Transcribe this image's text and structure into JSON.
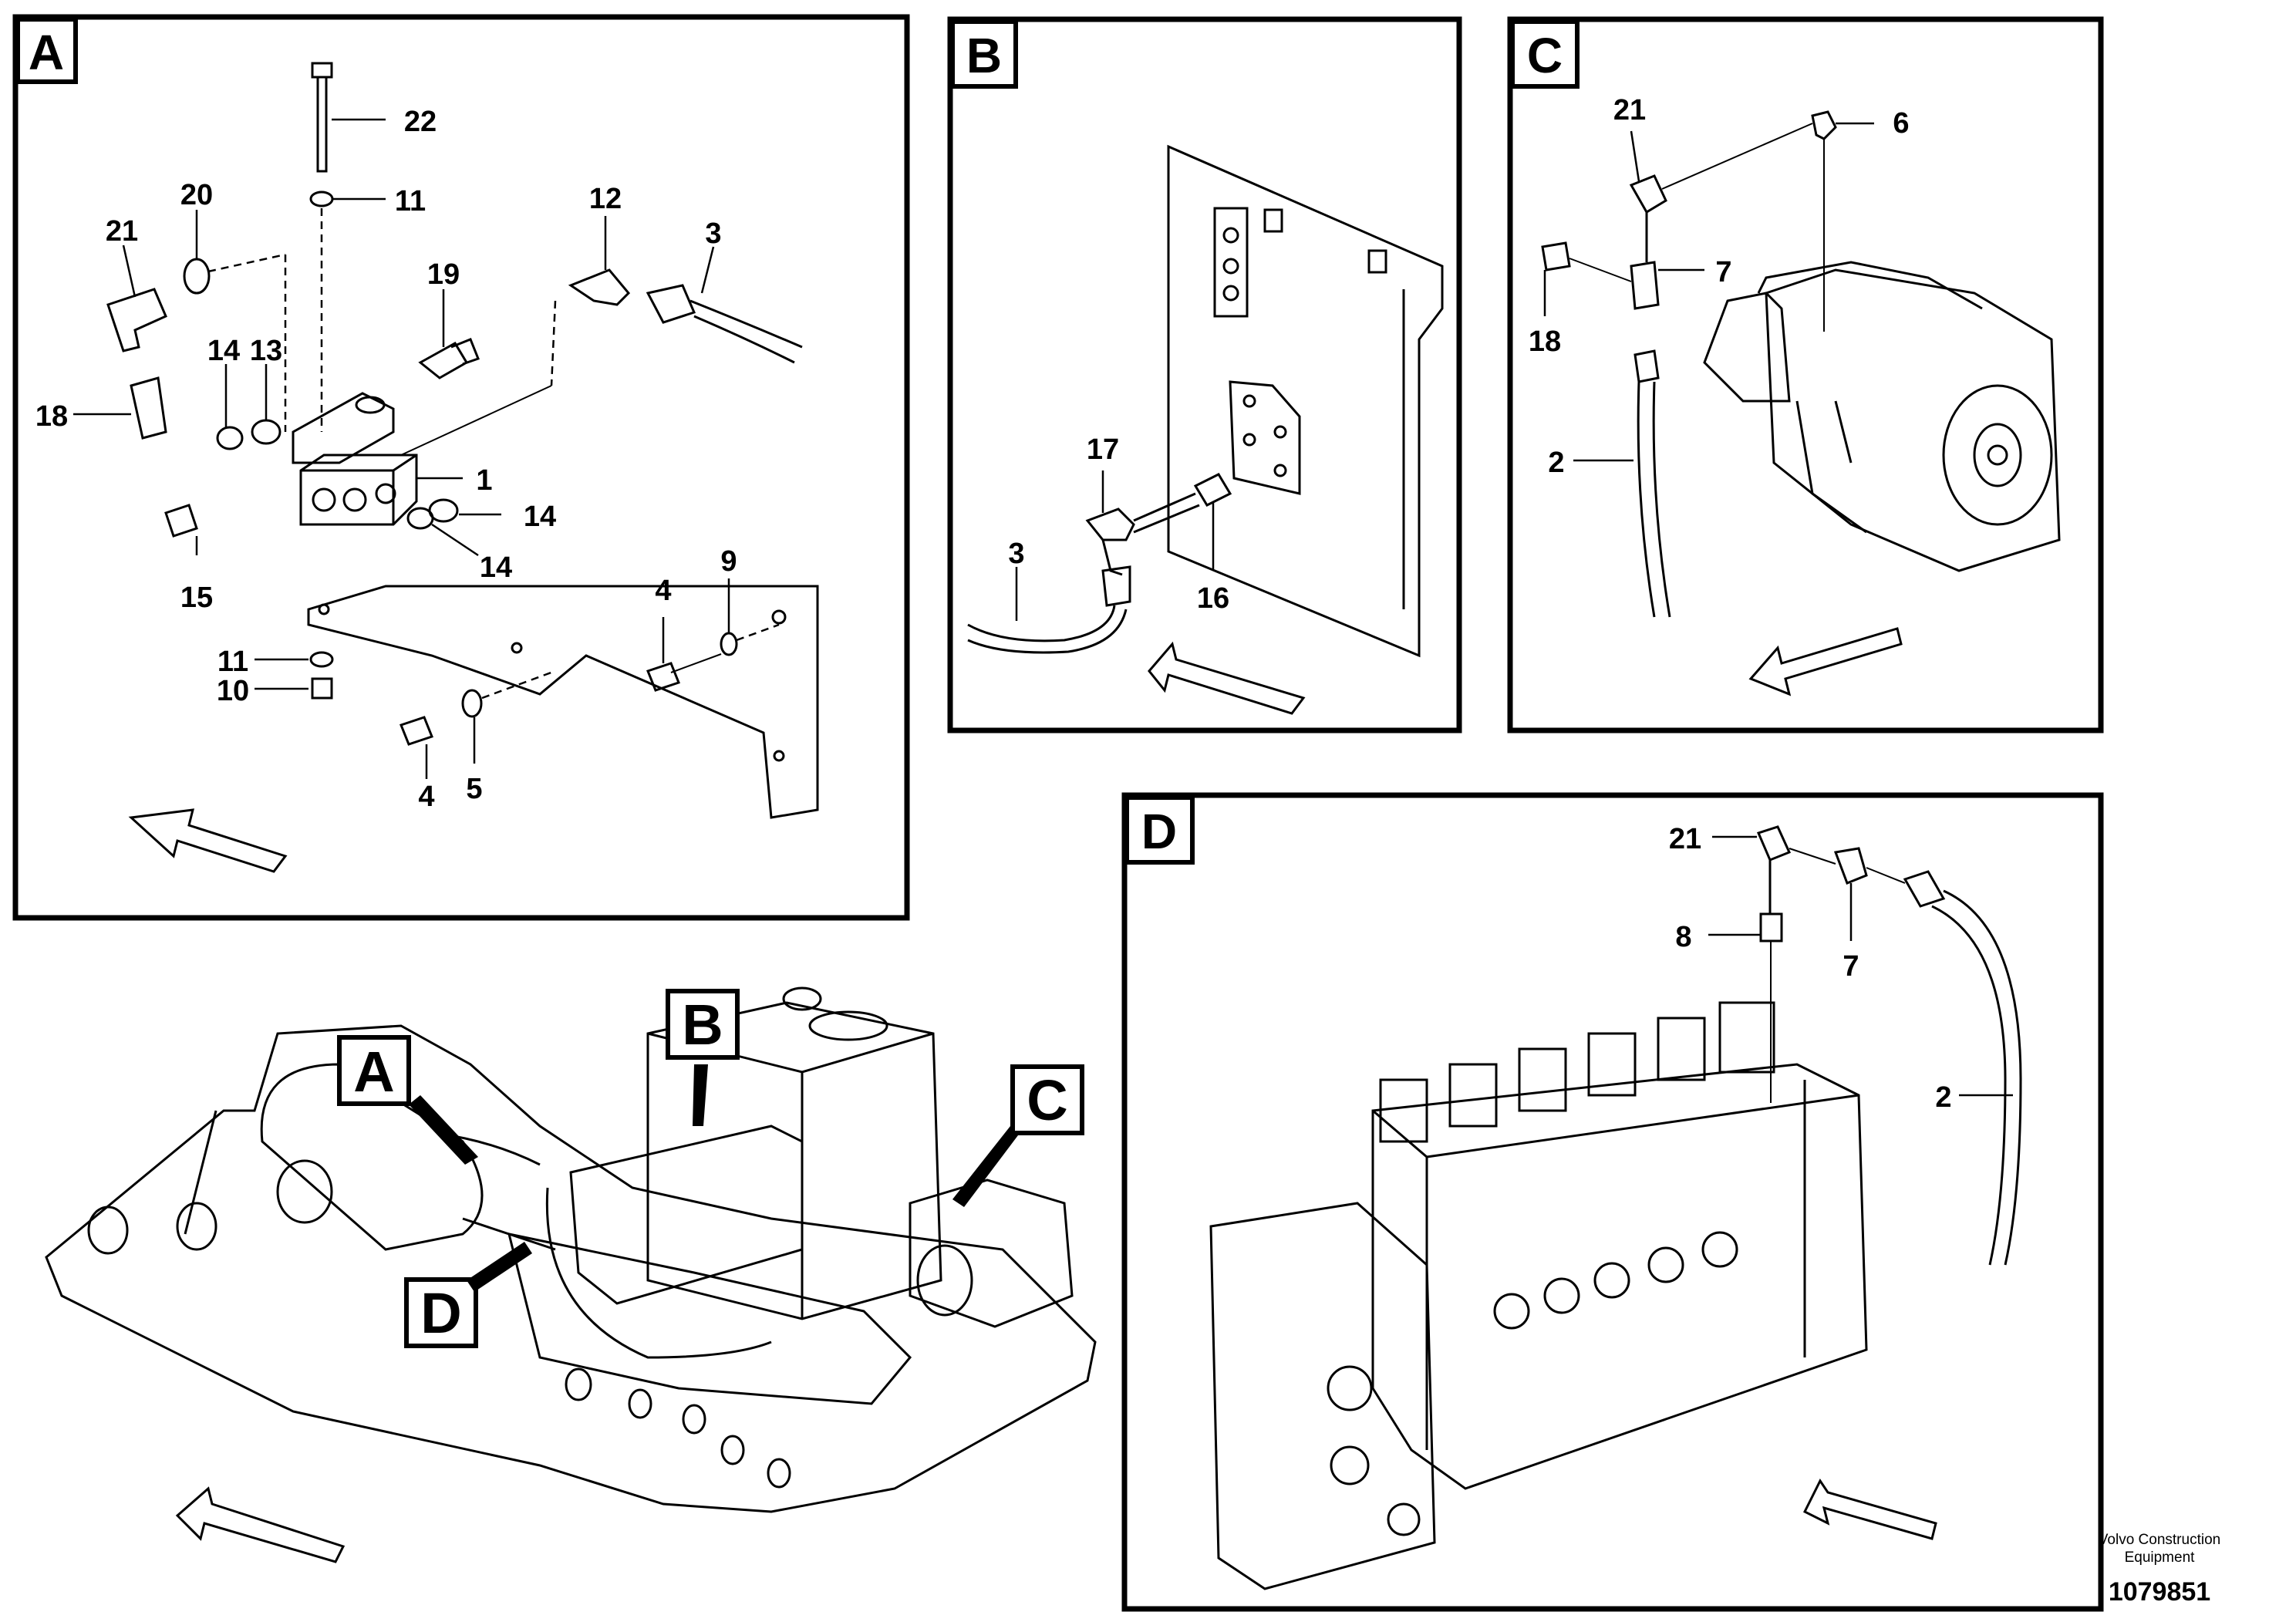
{
  "panels": {
    "A": {
      "letter": "A",
      "callouts": [
        "22",
        "11",
        "21",
        "20",
        "12",
        "3",
        "19",
        "14",
        "13",
        "18",
        "1",
        "14",
        "15",
        "14",
        "4",
        "9",
        "11",
        "10",
        "4",
        "5"
      ]
    },
    "B": {
      "letter": "B",
      "callouts": [
        "17",
        "3",
        "16"
      ]
    },
    "C": {
      "letter": "C",
      "callouts": [
        "21",
        "6",
        "7",
        "18",
        "2"
      ]
    },
    "D": {
      "letter": "D",
      "callouts": [
        "21",
        "8",
        "7",
        "2"
      ]
    }
  },
  "overview": {
    "labels": [
      "A",
      "B",
      "C",
      "D"
    ]
  },
  "footer": {
    "company_line1": "Volvo Construction",
    "company_line2": "Equipment",
    "drawing_number": "1079851"
  }
}
